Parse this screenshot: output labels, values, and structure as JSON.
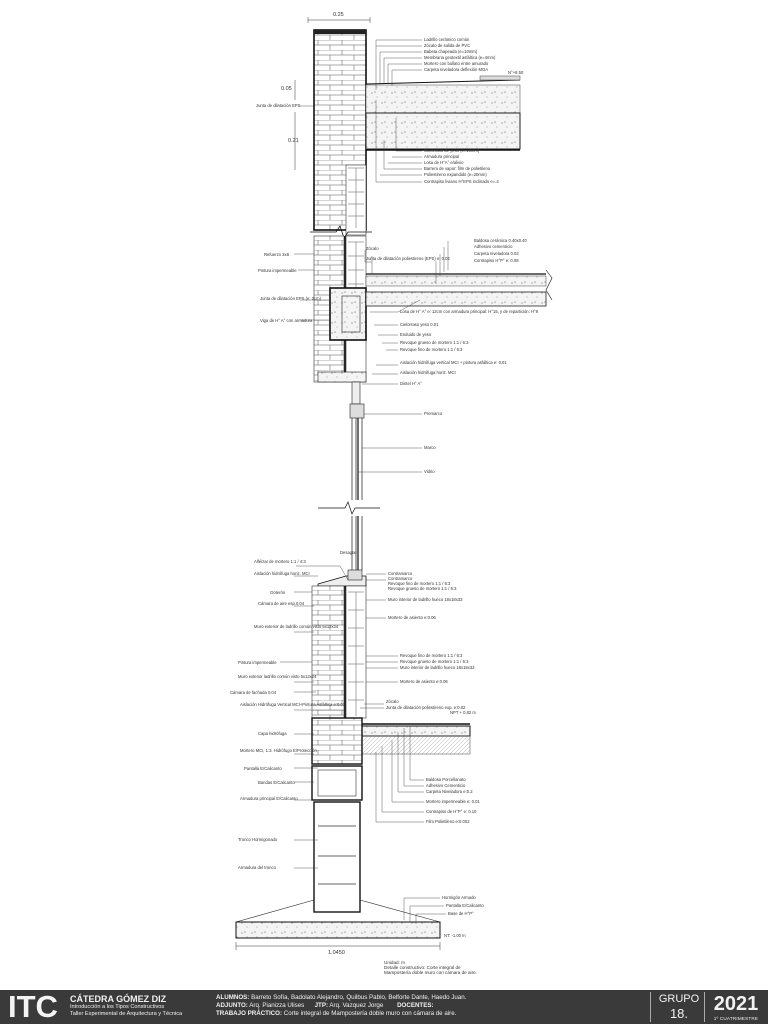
{
  "drawing": {
    "dims": {
      "wall_width": "0.25",
      "slab_offset": "0.05",
      "slab_height": "0.21",
      "footing_width": "1.0450"
    },
    "labels_top": [
      "Ladrillo cerámico común",
      "Zócalo de salida de PVC",
      "Babeta chapeada (e=10mm)",
      "Membrana geotextil asfáltica (e=4mm)",
      "Mortero con bullato entre amurado",
      "Carpeta niveladora deflexión MOA"
    ],
    "label_right_top": "N°+8.50",
    "label_left_junta1": "Junta de dilatación EPS",
    "labels_top2": [
      "Cielorraso de yeso (e=10mm)",
      "Armadura principal",
      "Losa de H°A° e/alivio",
      "Barrera de vapor: film de polietileno",
      "Poliestireno expandido (e=20mm)",
      "Contrapiso liviano H°EPS inclinado e=.4"
    ],
    "labels_left_mid": [
      "Refuerzo 3x8",
      "Pintura impermeable",
      "Junta de dilatación EPS (e: 2cm)",
      "Viga de H° A° con armadura"
    ],
    "labels_right_mid": [
      "Zócalo",
      "Junta de dilatación poliestireno (EPS) e: 0.02",
      "Baldosa cerámica 0.40x0.40",
      "Adhesivo cementicio",
      "Carpeta niveladora 0.02",
      "Contrapiso H°P° e: 0.08",
      "Losa de H° A° e: 12cm con armadura principal: H°15, y de repartición: H°8",
      "Cielorraso yeso 0.01",
      "Enduido de yeso",
      "Revoque grueso de mortero 1:1 / 6:3",
      "Revoque fino de mortero 1:1 / 6:3",
      "Aislación hidrófuga vertical MCI + pintura asfáltica e: 0.01",
      "Aislación hidrófuga horiz. MCI",
      "Dintel H° A°"
    ],
    "labels_window": [
      "Premarco",
      "Marco",
      "Vidrio"
    ],
    "labels_left_low": [
      "Alféizar de mortero 1:1 / 4:3",
      "Aislación hidrófuga horiz. MCI",
      "Goterón",
      "Cámara de aire esp.0.04",
      "Muro exterior de ladrillo común visto 5x12x24",
      "Pintura impermeable",
      "Muro exterior ladrillo común visto 5x12x24",
      "Cámara de fachada 0.04",
      "Aislación Hidrófuga Vertical MCI+Pintura Asfáltica e:0.01",
      "Capa hidrófuga",
      "Mortero MCI, 1:3. Hidrófugo E/Protección",
      "Pantalla E/Calicanto",
      "Bandas E/Calicanto",
      "Armadura principal E/Calicanto",
      "Tronco Hormigonado",
      "Armadura del tronco"
    ],
    "label_desagüe": "Desagüe",
    "labels_right_low": [
      "Contramarco",
      "Contramarco",
      "Revoque fino de mortero 1:1 / 6:3",
      "Revoque grueso de mortero 1:1 / 6:3",
      "Muro interior de ladrillo hueco 18x18x33",
      "Mortero de asiento e:0.06",
      "Revoque fino de mortero 1:1 / 6:3",
      "Revoque grueso de mortero 1:1 / 6:3",
      "Muro interior de ladrillo hueco 18x18x33",
      "Mortero de asiento e:0.06",
      "Zócalo",
      "Junta de dilatación poliestireno exp. e:0.02",
      "NPT + 0.82 m",
      "Baldosa Porcellanato",
      "Adhesivo Cementicio",
      "Carpeta Niveladora e:0.2",
      "Mortero impermeable e: 0.01",
      "Contrapiso de H°P° e: 0.10",
      "Film Polietileno e:0.002"
    ],
    "labels_base": [
      "Hormigón Armado",
      "Pantalla E/Calicanto",
      "Base de H°P°"
    ],
    "label_ntn": "NT: -1.00 m",
    "notes": [
      "Unidad: m",
      "Detalle constructivo: Corte integral de",
      "Mampostería doble muro con cámara de aire."
    ]
  },
  "footer": {
    "logo": "ITC",
    "catedra_title": "CÁTEDRA GÓMEZ DIZ",
    "catedra_line1": "Introducción a los Tipos Constructivos",
    "catedra_line2": "Taller Experimental de Arquitectura y Técnica",
    "alumnos_label": "ALUMNOS:",
    "alumnos_value": "Barreto Sofía, Badolato Alejandro, Quilbus Pablo, Belforte Dante, Haedo Juan.",
    "adjunto_label": "ADJUNTO:",
    "adjunto_value": "Arq. Pianizza Ulises",
    "jtp_label": "JTP:",
    "jtp_value": "Arq. Vazquez Jorge",
    "docentes_label": "DOCENTES:",
    "docentes_value": "",
    "tp_label": "TRABAJO PRÁCTICO:",
    "tp_value": "Corte integral de Mampostería doble muro con cámara de aire.",
    "grupo_label": "GRUPO",
    "grupo_value": "18.",
    "year": "2021",
    "period": "1º CUATRIMESTRE"
  }
}
